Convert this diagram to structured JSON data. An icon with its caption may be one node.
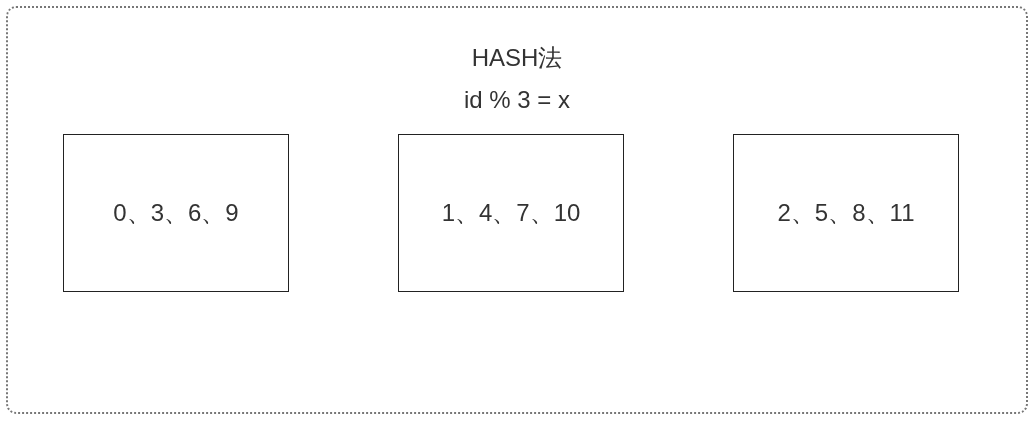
{
  "diagram": {
    "nodes": [
      {
        "text": [
          "HASH法",
          "id % 3 = x"
        ]
      },
      {
        "text": [
          "0、3、6、9"
        ],
        "in": 0
      },
      {
        "text": [
          "1、4、7、10"
        ],
        "in": 0
      },
      {
        "text": [
          "2、5、8、11"
        ],
        "in": 0
      }
    ]
  }
}
